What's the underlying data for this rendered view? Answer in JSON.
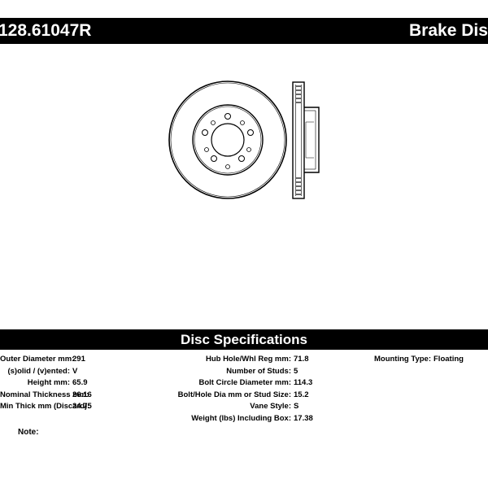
{
  "header": {
    "part_number": "128.61047R",
    "title": "Brake Disc"
  },
  "specs": {
    "heading": "Disc Specifications",
    "column1": [
      {
        "label": "Outer Diameter mm:",
        "value": "291"
      },
      {
        "label": "(s)olid / (v)ented:",
        "value": "V"
      },
      {
        "label": "Height mm:",
        "value": "65.9"
      },
      {
        "label": "Nominal Thickness mm:",
        "value": "26.16"
      },
      {
        "label": "Min Thick mm (Discard):",
        "value": "24.75"
      }
    ],
    "column2": [
      {
        "label": "Hub Hole/Whl Reg mm:",
        "value": "71.8"
      },
      {
        "label": "Number of Studs:",
        "value": "5"
      },
      {
        "label": "Bolt Circle Diameter mm:",
        "value": "114.3"
      },
      {
        "label": "Bolt/Hole Dia mm or Stud Size:",
        "value": "15.2"
      },
      {
        "label": "Vane Style:",
        "value": "S"
      },
      {
        "label": "Weight (lbs) Including Box:",
        "value": "17.38"
      }
    ],
    "column3": [
      {
        "label": "Mounting Type:",
        "value": "Floating"
      }
    ]
  },
  "note": {
    "label": "Note:"
  }
}
